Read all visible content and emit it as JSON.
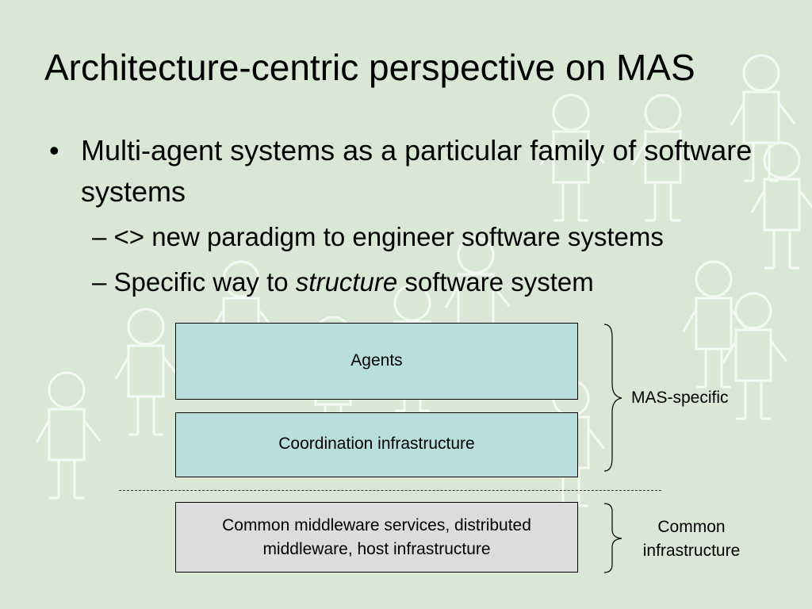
{
  "title": "Architecture-centric perspective on MAS",
  "bullet": {
    "symbol": "•",
    "text": "Multi-agent systems as a particular family of software systems",
    "subitems": [
      {
        "dash": "–",
        "text": "<> new paradigm to engineer software systems"
      },
      {
        "dash": "–",
        "prefix": "Specific way to ",
        "emphasis": "structure",
        "suffix": " software system"
      }
    ]
  },
  "diagram": {
    "layers": [
      {
        "label": "Agents",
        "fill": "#b9dee0"
      },
      {
        "label": "Coordination infrastructure",
        "fill": "#b9dee0"
      },
      {
        "label_line1": "Common middleware services, distributed",
        "label_line2": "middleware, host infrastructure",
        "fill": "#dcdcdc"
      }
    ],
    "groups": [
      {
        "label": "MAS-specific"
      },
      {
        "label_line1": "Common",
        "label_line2": "infrastructure"
      }
    ]
  },
  "background": {
    "color": "#d9e8d5",
    "decoration": "stick-figure-icon"
  }
}
